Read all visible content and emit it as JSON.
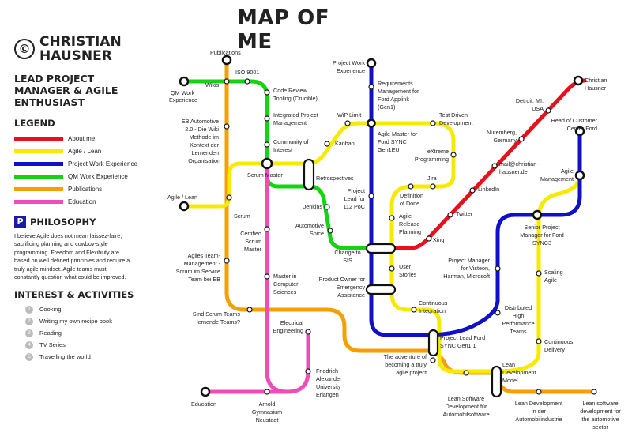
{
  "title": "MAP OF ME",
  "person": {
    "copyright_symbol": "©",
    "name_line1": "CHRISTIAN",
    "name_line2": "HAUSNER",
    "role_line1": "LEAD PROJECT",
    "role_line2": "MANAGER & AGILE",
    "role_line3": "ENTHUSIAST"
  },
  "legend": {
    "heading": "LEGEND",
    "items": [
      {
        "label": "About me",
        "color": "#e8101a"
      },
      {
        "label": "Agile / Lean",
        "color": "#f5ea00"
      },
      {
        "label": "Project Work Experience",
        "color": "#1010c8"
      },
      {
        "label": "QM Work Experience",
        "color": "#13d413"
      },
      {
        "label": "Publications",
        "color": "#f4a000"
      },
      {
        "label": "Education",
        "color": "#f04cb8"
      }
    ]
  },
  "philosophy": {
    "icon": "P",
    "heading": "PHILOSOPHY",
    "lines": [
      "I believe Agile does not mean laissez-faire,",
      "sacrificing planning and cowboy-style",
      "programming. Freedom and Flexibility are",
      "based on well defined principles and require a",
      "truly agile mindset. Agile teams must",
      "constantly question what could be improved."
    ]
  },
  "interests": {
    "heading": "INTEREST & ACTIVITIES",
    "items": [
      {
        "num": "1",
        "label": "Cooking"
      },
      {
        "num": "2",
        "label": "Writing my own recipe book"
      },
      {
        "num": "3",
        "label": "Reading"
      },
      {
        "num": "4",
        "label": "TV Series"
      },
      {
        "num": "5",
        "label": "Travelling the world"
      }
    ]
  },
  "stations": {
    "publications": [
      "Publications"
    ],
    "iso9001": [
      "ISO 9001"
    ],
    "wikis": [
      "Wikis"
    ],
    "qm_work": [
      "QM Work",
      "Experience"
    ],
    "code_review": [
      "Code Review",
      "Tooling (Crucible)"
    ],
    "integrated_pm": [
      "Integrated Project",
      "Management"
    ],
    "community": [
      "Community of",
      "Interest"
    ],
    "eb_auto": [
      "EB Automotive",
      "2.0 - Die Wiki",
      "Methode im",
      "Kontext der",
      "Lernenden",
      "Organisation"
    ],
    "scrum_master": [
      "Scrum Master"
    ],
    "agile_lean": [
      "Agile / Lean"
    ],
    "scrum": [
      "Scrum"
    ],
    "certified_sm": [
      "Certified",
      "Scrum",
      "Master"
    ],
    "agiles_team": [
      "Agiles Team-",
      "Management -",
      "Scrum im Service",
      "Team bei EB"
    ],
    "master_cs": [
      "Master in",
      "Computer",
      "Sciences"
    ],
    "sind_scrum": [
      "Sind Scrum Teams",
      "lernende Teams?"
    ],
    "electrical": [
      "Electrical",
      "Engineering"
    ],
    "fau": [
      "Friedrich",
      "Alexander",
      "University",
      "Erlangen"
    ],
    "education": [
      "Education"
    ],
    "arnold": [
      "Arnold",
      "Gymnasium",
      "Neustadt"
    ],
    "pw_exp": [
      "Project Work",
      "Experience"
    ],
    "req_mgmt": [
      "Requirements",
      "Management for",
      "Ford Applink",
      "(Gen1)"
    ],
    "wip": [
      "WiP Limit"
    ],
    "kanban": [
      "Kanban"
    ],
    "retro": [
      "Retrospectives"
    ],
    "jenkins": [
      "Jenkins"
    ],
    "auto_spice": [
      "Automotive",
      "Spice"
    ],
    "change_to": [
      "Change to",
      "SIS"
    ],
    "pl112": [
      "Project",
      "Lead for",
      "112 PoC"
    ],
    "am_ford": [
      "Agile Master for",
      "Ford SYNC",
      "Gen1EU"
    ],
    "tdd": [
      "Test Driven",
      "Development"
    ],
    "xp": [
      "eXtreme",
      "Programming"
    ],
    "jira": [
      "Jira"
    ],
    "dod": [
      "Definition",
      "of Done"
    ],
    "arp": [
      "Agile",
      "Release",
      "Planning"
    ],
    "user_stories": [
      "User",
      "Stories"
    ],
    "po": [
      "Product Owner for",
      "Emergency",
      "Assistance"
    ],
    "ci": [
      "Continuous",
      "Integration"
    ],
    "pl_ford": [
      "Project Lead Ford",
      "SYNC Gen1.1"
    ],
    "adventure": [
      "The adventure of",
      "becoming a truly",
      "agile project"
    ],
    "lsd_auto": [
      "Lean Software",
      "Development für",
      "Automobilsoftware"
    ],
    "lean_dev_model": [
      "Lean",
      "Development",
      "Model"
    ],
    "ld_auto": [
      "Lean Development",
      "in der",
      "Automobilindustrie"
    ],
    "lsd_sector": [
      "Lean software",
      "development for",
      "the automotive",
      "sector"
    ],
    "christian": [
      "Christian",
      "Hausner"
    ],
    "detroit": [
      "Detroit, MI,",
      "USA"
    ],
    "nuremberg": [
      "Nuremberg,",
      "Germany"
    ],
    "mail": [
      "mail@christian-",
      "hausner.de"
    ],
    "linkedin": [
      "LinkedIn"
    ],
    "twitter": [
      "Twitter"
    ],
    "xing": [
      "Xing"
    ],
    "head_cc": [
      "Head of Customer",
      "Center Ford"
    ],
    "agile_mgmt": [
      "Agile",
      "Management"
    ],
    "spm": [
      "Senior Project",
      "Manager for Ford",
      "SYNC3"
    ],
    "pm_visteon": [
      "Project Manager",
      "for Visteon,",
      "Harman, Microsoft"
    ],
    "scaling": [
      "Scaling",
      "Agile"
    ],
    "dhpt": [
      "Distributed",
      "High",
      "Performance",
      "Teams"
    ],
    "cd": [
      "Continuous",
      "Delivery"
    ]
  }
}
